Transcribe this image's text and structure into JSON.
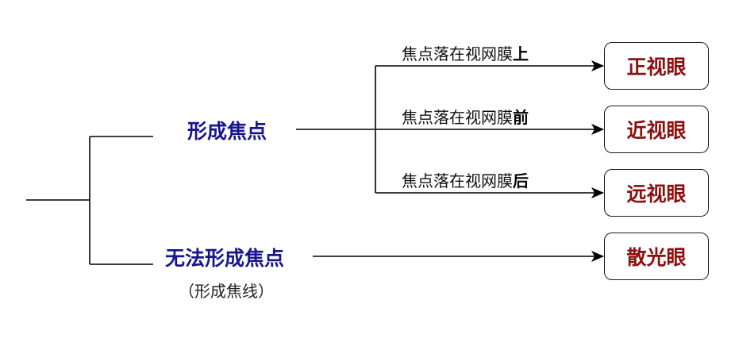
{
  "branches": {
    "focus": {
      "label": "形成焦点"
    },
    "no_focus": {
      "label": "无法形成焦点",
      "sublabel": "（形成焦线）"
    }
  },
  "edges": [
    {
      "prefix": "焦点落在视网膜",
      "emphasis": "上"
    },
    {
      "prefix": "焦点落在视网膜",
      "emphasis": "前"
    },
    {
      "prefix": "焦点落在视网膜",
      "emphasis": "后"
    }
  ],
  "results": [
    {
      "label": "正视眼"
    },
    {
      "label": "近视眼"
    },
    {
      "label": "远视眼"
    },
    {
      "label": "散光眼"
    }
  ],
  "colors": {
    "branch_text": "#17168f",
    "result_text": "#8b1010",
    "line": "#000000"
  }
}
